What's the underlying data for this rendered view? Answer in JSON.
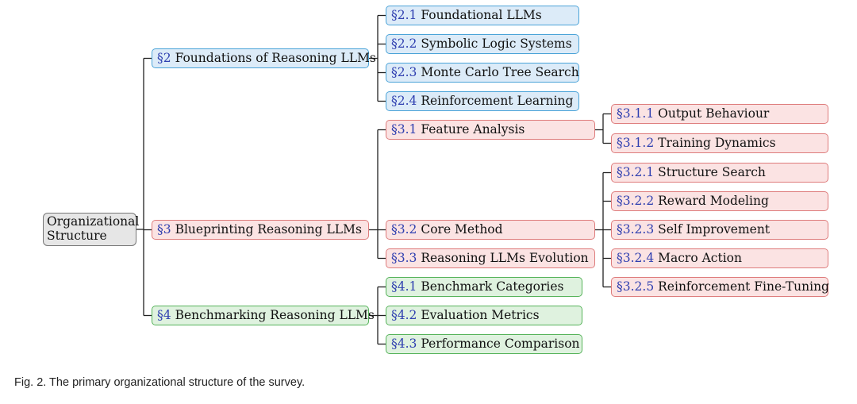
{
  "caption": "Fig. 2. The primary organizational structure of the survey.",
  "colors": {
    "root_border": "#777777",
    "root_fill": "#e6e6e6",
    "blue_border": "#4aa3d8",
    "blue_fill": "#dcebf8",
    "red_border": "#de7c7c",
    "red_fill": "#fbe3e3",
    "green_border": "#56b35a",
    "green_fill": "#dff2df",
    "line": "#222222",
    "section_number": "#2f3fb0"
  },
  "root": {
    "line1": "Organizational",
    "line2": "Structure"
  },
  "s2": {
    "num": "§2",
    "title": "Foundations of Reasoning LLMs"
  },
  "s3": {
    "num": "§3",
    "title": "Blueprinting Reasoning LLMs"
  },
  "s4": {
    "num": "§4",
    "title": "Benchmarking Reasoning LLMs"
  },
  "s21": {
    "num": "§2.1",
    "title": "Foundational LLMs"
  },
  "s22": {
    "num": "§2.2",
    "title": "Symbolic Logic Systems"
  },
  "s23": {
    "num": "§2.3",
    "title": "Monte Carlo Tree Search"
  },
  "s24": {
    "num": "§2.4",
    "title": "Reinforcement Learning"
  },
  "s31": {
    "num": "§3.1",
    "title": "Feature Analysis"
  },
  "s32": {
    "num": "§3.2",
    "title": "Core Method"
  },
  "s33": {
    "num": "§3.3",
    "title": "Reasoning LLMs Evolution"
  },
  "s41": {
    "num": "§4.1",
    "title": "Benchmark Categories"
  },
  "s42": {
    "num": "§4.2",
    "title": "Evaluation Metrics"
  },
  "s43": {
    "num": "§4.3",
    "title": "Performance Comparison"
  },
  "s311": {
    "num": "§3.1.1",
    "title": "Output Behaviour"
  },
  "s312": {
    "num": "§3.1.2",
    "title": "Training Dynamics"
  },
  "s321": {
    "num": "§3.2.1",
    "title": "Structure Search"
  },
  "s322": {
    "num": "§3.2.2",
    "title": "Reward Modeling"
  },
  "s323": {
    "num": "§3.2.3",
    "title": "Self Improvement"
  },
  "s324": {
    "num": "§3.2.4",
    "title": "Macro Action"
  },
  "s325": {
    "num": "§3.2.5",
    "title": "Reinforcement Fine-Tuning"
  }
}
